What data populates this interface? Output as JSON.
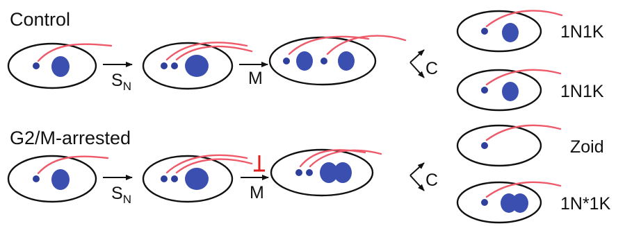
{
  "rows": {
    "control_label": "Control",
    "arrested_label": "G2/M-arrested"
  },
  "steps": {
    "s_main": "S",
    "s_sub": "N",
    "m": "M",
    "c": "C"
  },
  "outcomes": [
    {
      "label": "1N1K"
    },
    {
      "label": "1N1K"
    },
    {
      "label": "Zoid"
    },
    {
      "label": "1N*1K"
    }
  ],
  "colors": {
    "flagellum": "#ee5a6a",
    "nucleus": "#3a4fb0",
    "block": "#e02020",
    "outline": "#111111"
  }
}
